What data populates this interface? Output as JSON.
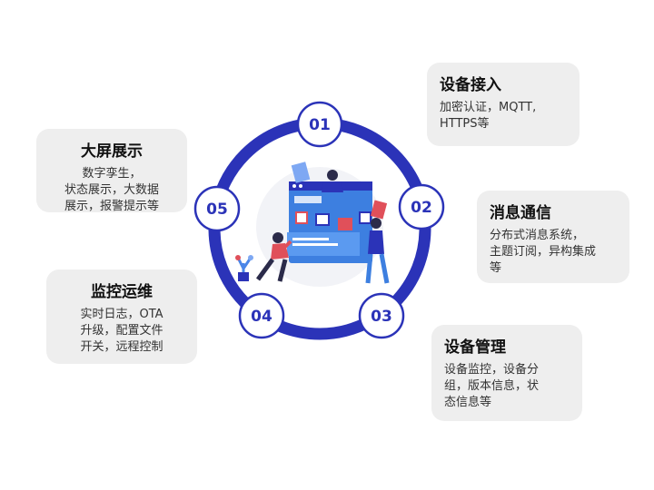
{
  "nodes": [
    {
      "num": "01",
      "title": "设备接入",
      "lines": [
        "加密认证，MQTT,",
        "HTTPS等"
      ]
    },
    {
      "num": "02",
      "title": "消息通信",
      "lines": [
        "分布式消息系统，",
        "主题订阅，异构集成",
        "等"
      ]
    },
    {
      "num": "03",
      "title": "设备管理",
      "lines": [
        "设备监控，设备分",
        "组，版本信息，状",
        "态信息等"
      ]
    },
    {
      "num": "04",
      "title": "监控运维",
      "lines": [
        "实时日志，OTA",
        "升级，配置文件",
        "开关，远程控制"
      ]
    },
    {
      "num": "05",
      "title": "大屏展示",
      "lines": [
        "数字孪生，",
        "状态展示，大数据",
        "展示，报警提示等"
      ]
    }
  ],
  "colors": {
    "ring": "#2b33b8",
    "card_bg": "#eeeeee",
    "accent_red": "#e0505a",
    "accent_blue": "#4a86e8"
  }
}
